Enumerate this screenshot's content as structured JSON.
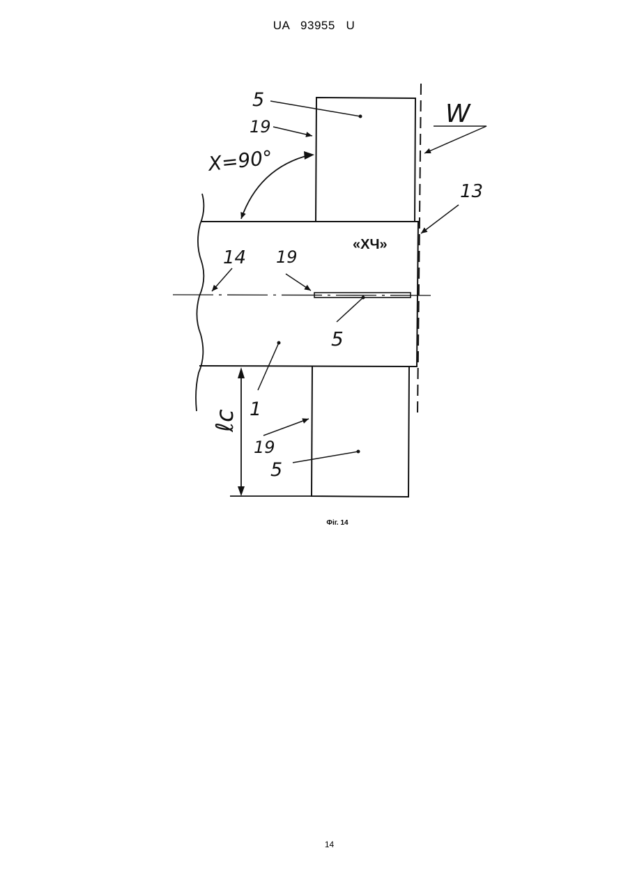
{
  "document": {
    "header": "UA   93955   U",
    "figure_caption": "Фіг. 14",
    "page_number": "14"
  },
  "figure": {
    "labels": {
      "label_5_top": "5",
      "label_19_top": "19",
      "angle_label": "X=90°",
      "label_w": "W",
      "label_13": "13",
      "label_xch": "«ХЧ»",
      "label_14": "14",
      "label_19_mid": "19",
      "label_5_mid": "5",
      "label_1": "1",
      "label_lc": "ℓc",
      "label_19_bottom": "19",
      "label_5_bottom": "5"
    }
  }
}
